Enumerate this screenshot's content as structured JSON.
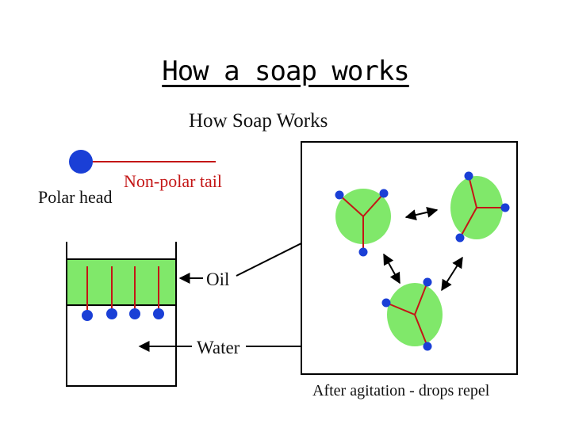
{
  "slide": {
    "title": "How a soap works"
  },
  "diagram": {
    "heading": "How Soap Works",
    "labels": {
      "polar_head": "Polar head",
      "non_polar_tail": "Non-polar tail",
      "oil": "Oil",
      "water": "Water",
      "caption": "After agitation - drops repel"
    },
    "colors": {
      "oil_fill": "#80e86a",
      "head_fill": "#1a3fd6",
      "tail_stroke": "#c41616",
      "tail_label": "#c41616",
      "outline": "#000000"
    }
  }
}
